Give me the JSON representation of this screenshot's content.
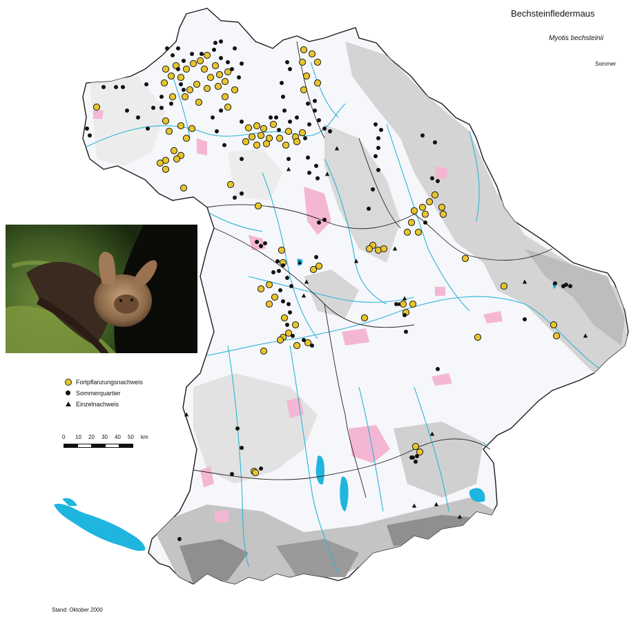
{
  "title": "Bechsteinfledermaus",
  "subtitle": "Myotis bechsteinii",
  "season": "Sommer",
  "legend": {
    "reproduction": "Fortpflanzungsnachweis",
    "summer_roost": "Sommerquartier",
    "single_record": "Einzelnachweis"
  },
  "scale": {
    "ticks": [
      "0",
      "10",
      "20",
      "30",
      "40",
      "50"
    ],
    "unit": "km"
  },
  "stand": "Stand: Oktober 2000",
  "colors": {
    "reproduction_fill": "#e8c52c",
    "river": "#29b4d6",
    "lake": "#1eb5df",
    "urban": "#f4b7d3",
    "relief": "#c9c9c9",
    "relief_dark": "#8f8f8f",
    "background_land": "#f6f7fb"
  },
  "photo_icon": "bechstein-bat-photo"
}
